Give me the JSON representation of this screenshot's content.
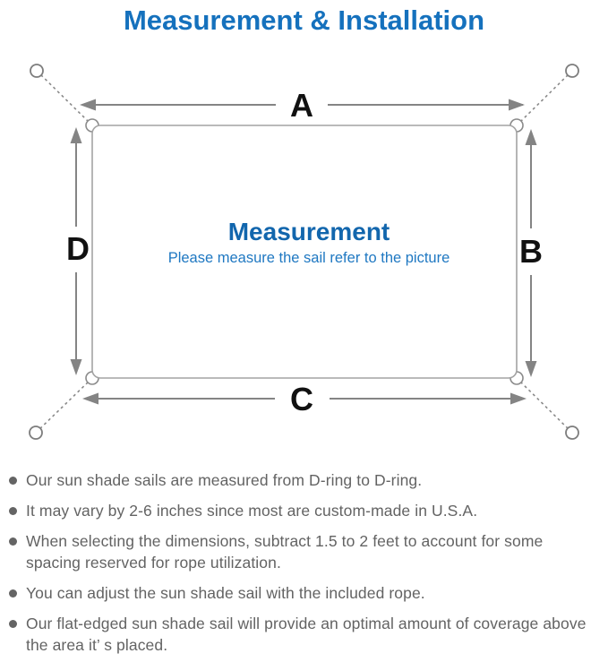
{
  "page_title": "Measurement & Installation",
  "diagram": {
    "dim_top": "A",
    "dim_right": "B",
    "dim_bottom": "C",
    "dim_left": "D",
    "center_title": "Measurement",
    "center_subtitle": "Please measure the sail refer to the picture"
  },
  "notes": [
    "Our sun shade sails are measured from D-ring to D-ring.",
    "It may vary by 2-6 inches since most are custom-made in U.S.A.",
    "When selecting the dimensions, subtract 1.5 to 2 feet to account for some spacing reserved for rope utilization.",
    "You can adjust the sun shade sail with the included rope.",
    "Our flat-edged sun shade sail will provide an optimal amount of coverage above the area it’ s placed."
  ],
  "colors": {
    "title_blue": "#1571bd",
    "center_title_blue": "#1266ad",
    "center_subtitle_blue": "#1f78c2",
    "line_gray": "#848484",
    "rect_stroke_gray": "#a3a3a3",
    "note_text_gray": "#636363",
    "dim_label_black": "#111111"
  }
}
